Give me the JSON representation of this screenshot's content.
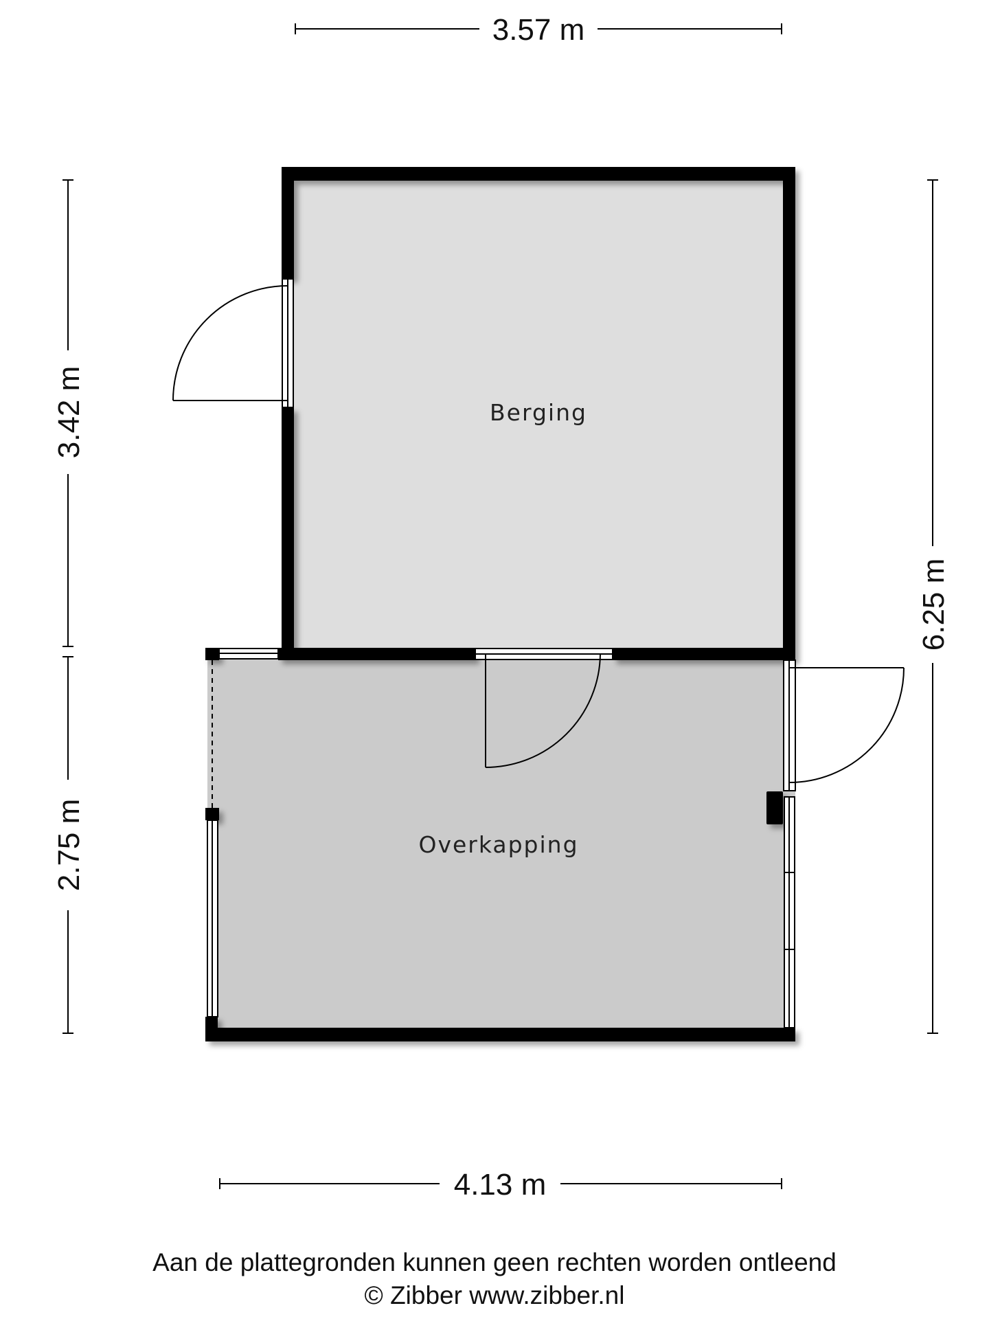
{
  "dimensions": {
    "top": "3.57 m",
    "bottom": "4.13 m",
    "left_upper": "3.42 m",
    "left_lower": "2.75 m",
    "right": "6.25 m"
  },
  "rooms": {
    "berging": "Berging",
    "overkapping": "Overkapping"
  },
  "footer": {
    "disclaimer": "Aan de plattegronden kunnen geen rechten worden ontleend",
    "copyright": "© Zibber www.zibber.nl"
  },
  "colors": {
    "wall": "#000000",
    "berging_floor": "#dedede",
    "overkapping_floor": "#cbcbcb"
  }
}
